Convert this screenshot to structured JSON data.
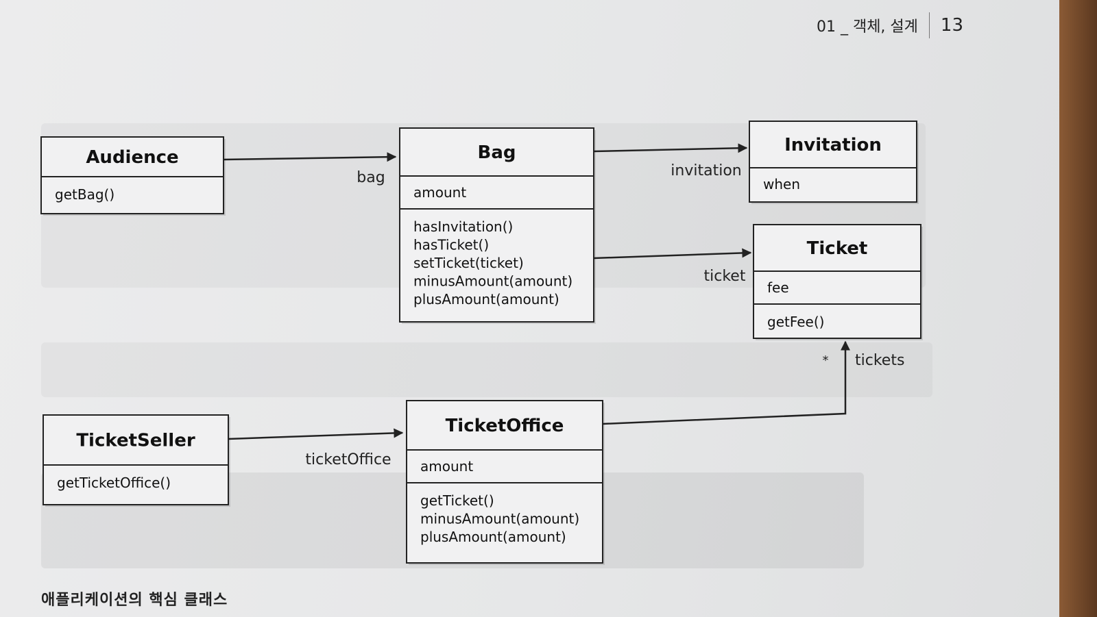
{
  "header": {
    "chapter": "01 _ 객체, 설계",
    "page_number": "13"
  },
  "classes": [
    {
      "id": "audience",
      "name": "Audience",
      "attributes": [],
      "methods": [
        "getBag()"
      ]
    },
    {
      "id": "bag",
      "name": "Bag",
      "attributes": [
        "amount"
      ],
      "methods": [
        "hasInvitation()",
        "hasTicket()",
        "setTicket(ticket)",
        "minusAmount(amount)",
        "plusAmount(amount)"
      ]
    },
    {
      "id": "invitation",
      "name": "Invitation",
      "attributes": [
        "when"
      ],
      "methods": []
    },
    {
      "id": "ticket",
      "name": "Ticket",
      "attributes": [
        "fee"
      ],
      "methods": [
        "getFee()"
      ]
    },
    {
      "id": "ticketseller",
      "name": "TicketSeller",
      "attributes": [],
      "methods": [
        "getTicketOffice()"
      ]
    },
    {
      "id": "ticketoffice",
      "name": "TicketOffice",
      "attributes": [
        "amount"
      ],
      "methods": [
        "getTicket()",
        "minusAmount(amount)",
        "plusAmount(amount)"
      ]
    }
  ],
  "associations": [
    {
      "id": "audience-bag",
      "from": "Audience",
      "to": "Bag",
      "role": "bag",
      "multiplicity": ""
    },
    {
      "id": "bag-invitation",
      "from": "Bag",
      "to": "Invitation",
      "role": "invitation",
      "multiplicity": ""
    },
    {
      "id": "bag-ticket",
      "from": "Bag",
      "to": "Ticket",
      "role": "ticket",
      "multiplicity": ""
    },
    {
      "id": "seller-office",
      "from": "TicketSeller",
      "to": "TicketOffice",
      "role": "ticketOffice",
      "multiplicity": ""
    },
    {
      "id": "office-ticket",
      "from": "TicketOffice",
      "to": "Ticket",
      "role": "tickets",
      "multiplicity": "*"
    }
  ],
  "caption": "애플리케이션의 핵심 클래스"
}
